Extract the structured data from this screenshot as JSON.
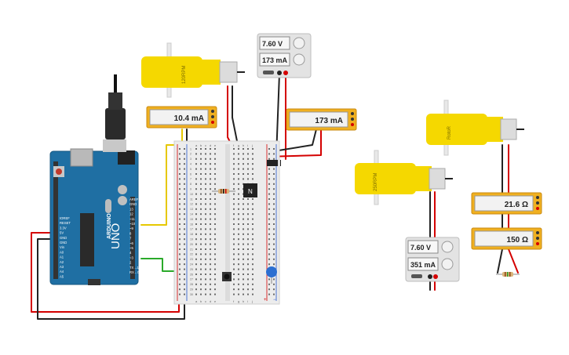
{
  "colors": {
    "arduino": "#1f6fa3",
    "motor_yellow": "#f5d800",
    "meter_frame": "#f0b020",
    "wire_red": "#d40000",
    "wire_black": "#222222",
    "wire_green": "#2aaa2a",
    "wire_yellow": "#e6c800",
    "wire_magenta": "#cc00aa",
    "breadboard": "#ececec"
  },
  "motors": [
    {
      "label": "120RPM"
    },
    {
      "label": "RotoR"
    },
    {
      "label": "250RPM"
    }
  ],
  "meters": {
    "m1": {
      "value": "10.4 mA"
    },
    "m2": {
      "value": "173 mA"
    },
    "m3": {
      "value": "21.6 Ω"
    },
    "m4": {
      "value": "150 Ω"
    }
  },
  "power_supplies": {
    "ps1": {
      "voltage": "7.60 V",
      "current": "173 mA"
    },
    "ps2": {
      "voltage": "7.60 V",
      "current": "351 mA"
    }
  },
  "arduino": {
    "brand": "UNO",
    "logo": "ARDUINO",
    "left_pins": [
      "IOREF",
      "RESET",
      "3.3V",
      "5V",
      "GND",
      "GND",
      "Vin",
      "A0",
      "A1",
      "A2",
      "A3",
      "A4",
      "A5"
    ],
    "right_pins": [
      "AREF",
      "GND",
      "13",
      "12",
      "~11",
      "~10",
      "~9",
      "8",
      "7",
      "~6",
      "~5",
      "4",
      "~3",
      "2",
      "TX→1",
      "RX←0"
    ]
  },
  "breadboard": {
    "col_letters": [
      "a",
      "b",
      "c",
      "d",
      "e",
      "f",
      "g",
      "h",
      "i",
      "j"
    ],
    "row_numbers": [
      "1",
      "2",
      "3",
      "4",
      "5",
      "6",
      "7",
      "8",
      "9",
      "10",
      "11",
      "12",
      "13",
      "14",
      "15",
      "16",
      "17",
      "18",
      "19",
      "20",
      "21",
      "22",
      "23",
      "24",
      "25",
      "26",
      "27",
      "28",
      "29",
      "30"
    ],
    "rail_plus": "+",
    "rail_minus": "−"
  },
  "transistor": {
    "label": "N"
  }
}
